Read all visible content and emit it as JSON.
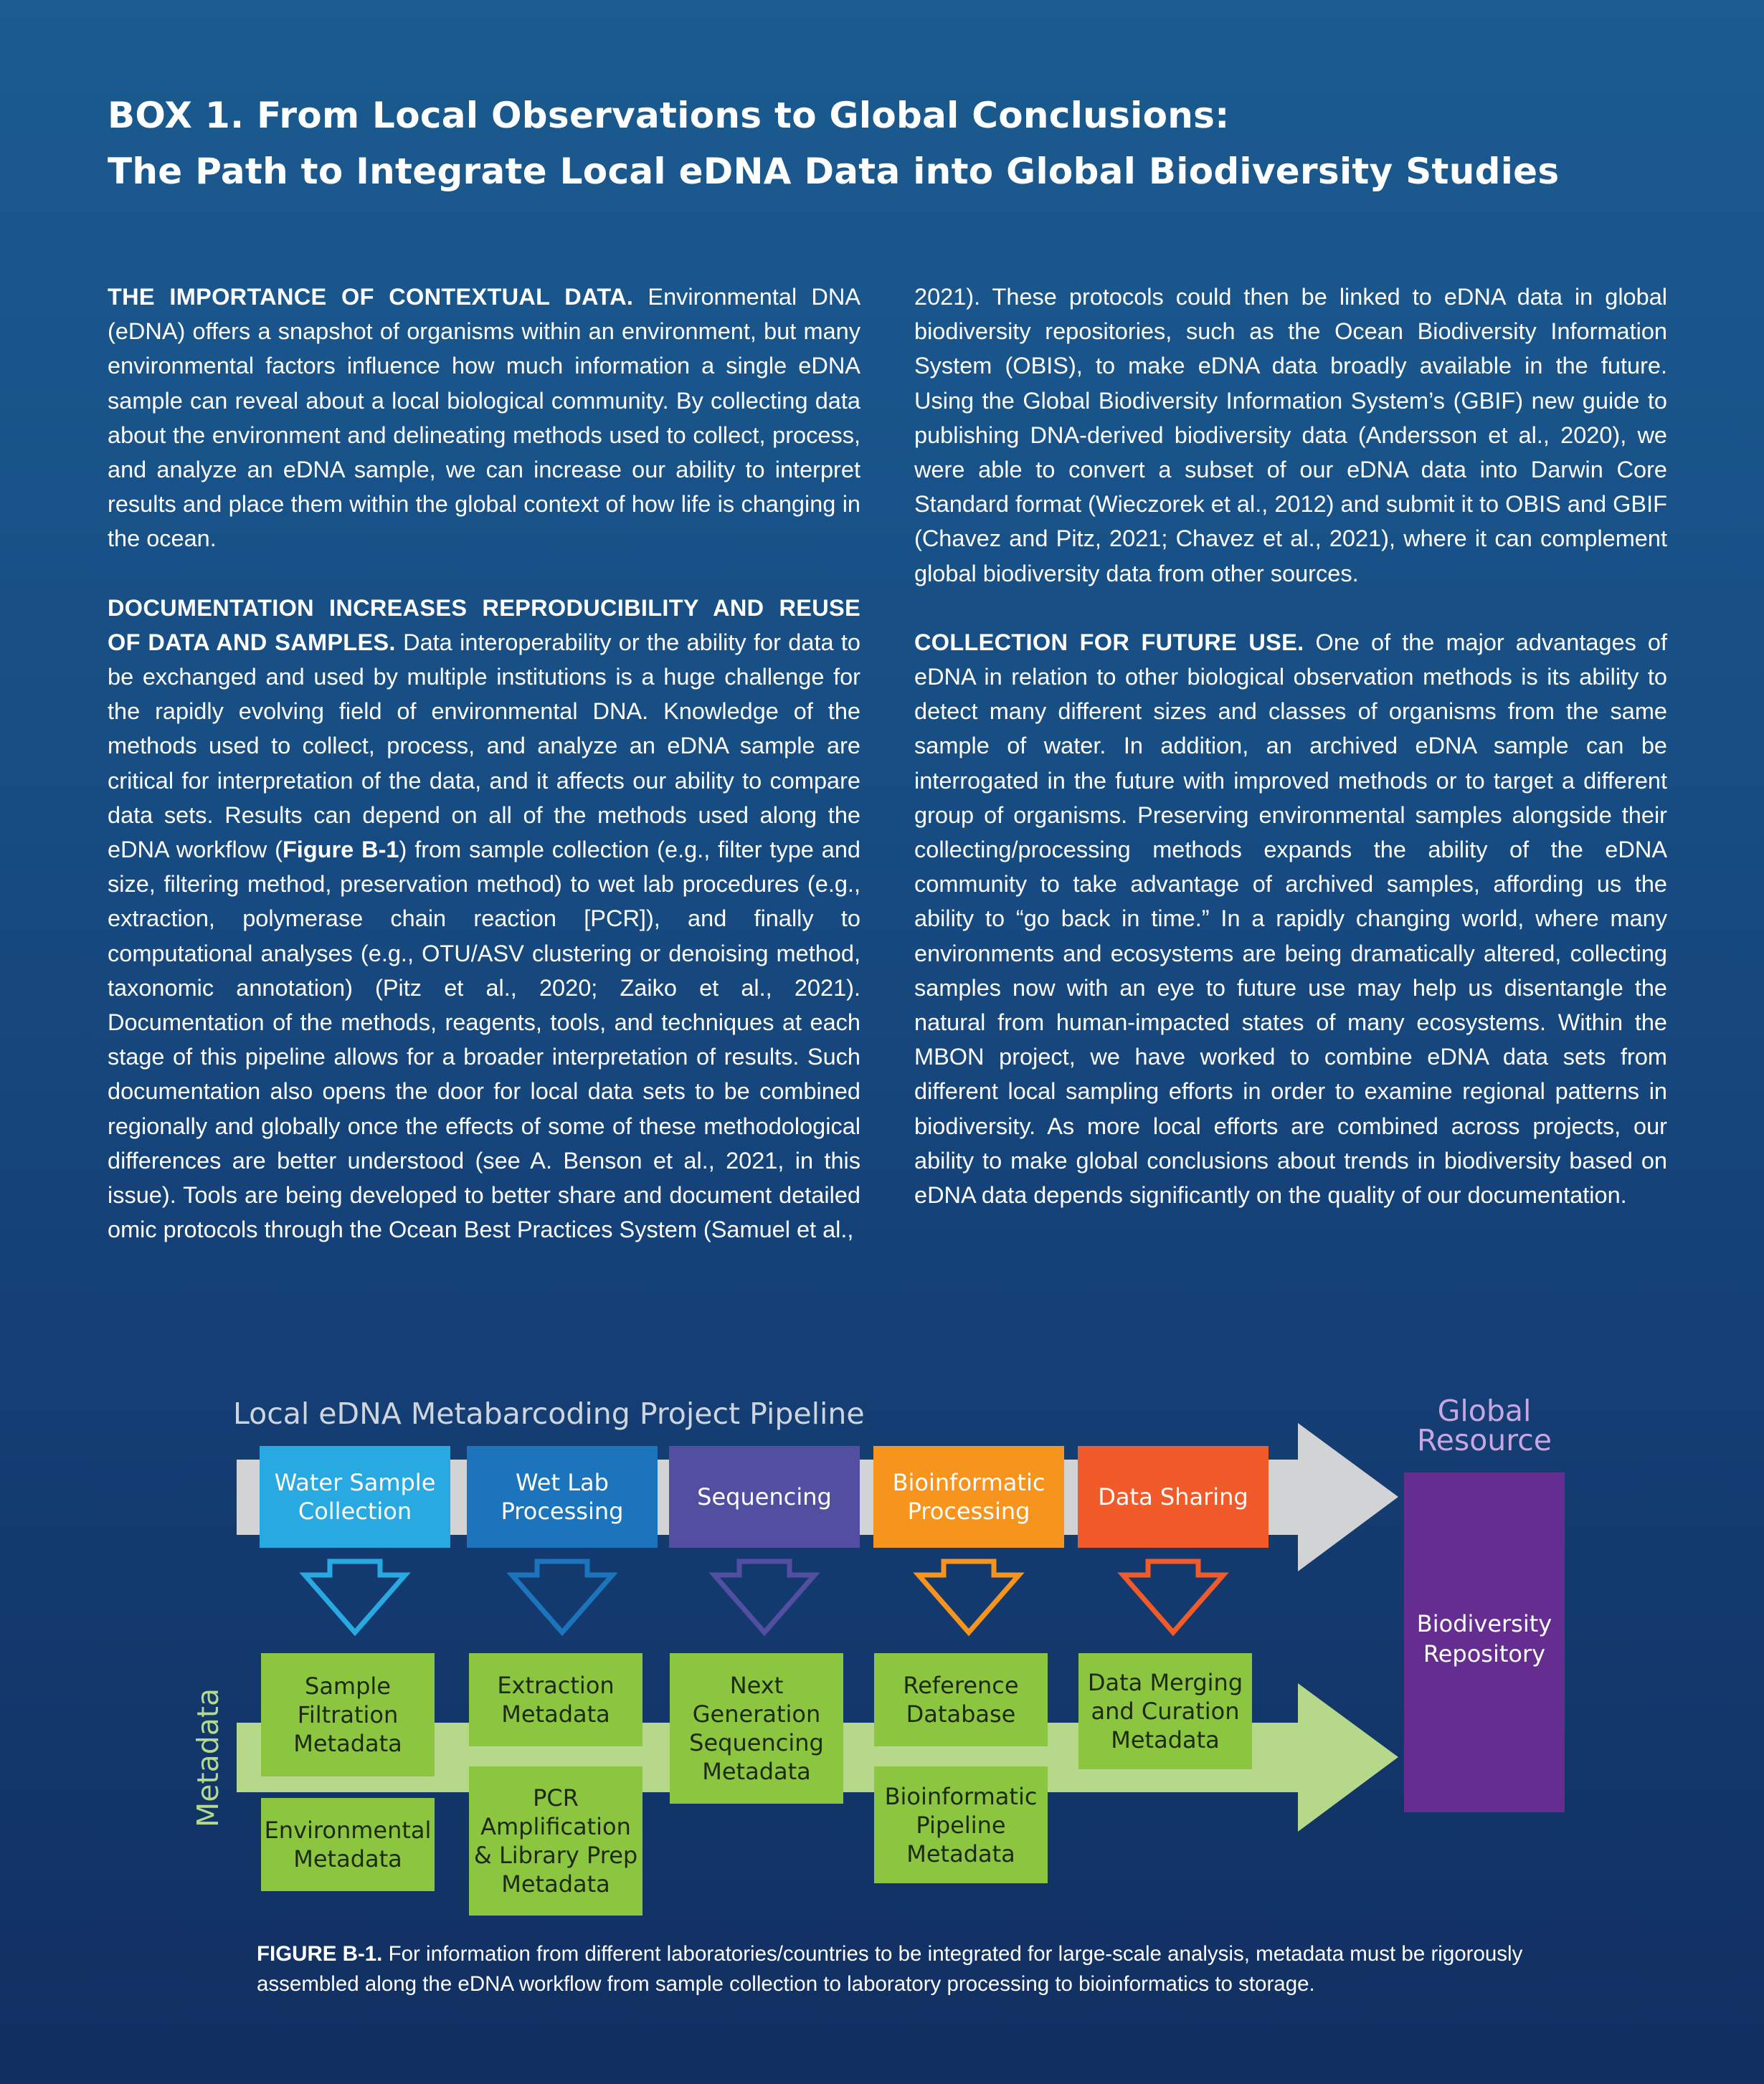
{
  "title": {
    "line1": "BOX 1. From Local Observations to Global Conclusions:",
    "line2": "The Path to Integrate Local eDNA Data into Global Biodiversity Studies"
  },
  "sections": {
    "contextual": {
      "heading": "THE IMPORTANCE OF CONTEXTUAL DATA.",
      "body": " Environmental DNA (eDNA) offers a snapshot of organisms within an environment, but many environmental factors influence how much information a single eDNA sample can reveal about a local biological community. By collecting data about the environment and delineating methods used to collect, process, and analyze an eDNA sample, we can increase our ability to interpret results and place them within the global context of how life is changing in the ocean."
    },
    "documentation": {
      "heading": "DOCUMENTATION INCREASES REPRODUCIBILITY AND REUSE OF DATA AND SAMPLES.",
      "body_a": " Data interoperability or the ability for data to be exchanged and used by multiple institutions is a huge challenge for the rapidly evolving field of environmental DNA. Knowledge of the methods used to collect, process, and analyze an eDNA sample are critical for interpretation of the data, and it affects our ability to compare data sets. Results can depend on all of the methods used along the eDNA workflow (",
      "figure_ref": "Figure B-1",
      "body_b": ") from sample collection (e.g., filter type and size, filtering method, preservation method) to wet lab procedures (e.g., extraction, polymerase chain reaction [PCR]), and finally to computational analyses (e.g., OTU/ASV clustering or denoising method, taxonomic annotation) (Pitz et al., 2020; Zaiko et al., 2021). Documentation of the methods, reagents, tools, and techniques at each stage of this pipeline allows for a broader interpretation of results. Such documentation also opens the door for local data sets to be combined regionally and globally once the effects of some of these methodological differences are better understood (see A. Benson et al., 2021, in this issue). Tools are being developed to better share and document detailed omic protocols through the Ocean Best Practices System (Samuel et al.,",
      "continued": "2021). These protocols could then be linked to eDNA data in global biodiversity repositories, such as the Ocean Biodiversity Information System (OBIS), to make eDNA data broadly available in the future. Using the Global Biodiversity Information System’s (GBIF) new guide to publishing DNA-derived biodiversity data (Andersson et al., 2020), we were able to convert a subset of our eDNA data into Darwin Core Standard format (Wieczorek et al., 2012) and submit it to OBIS and GBIF (Chavez and Pitz, 2021; Chavez et al., 2021), where it can complement global biodiversity data from other sources."
    },
    "collection": {
      "heading": "COLLECTION FOR FUTURE USE.",
      "body": " One of the major advantages of eDNA in relation to other biological observation methods is its ability to detect many different sizes and classes of organisms from the same sample of water. In addition, an archived eDNA sample can be interrogated in the future with improved methods or to target a different group of organisms. Preserving environmental samples alongside their collecting/processing methods expands the ability of the eDNA community to take advantage of archived samples, affording us the ability to “go back in time.” In a rapidly changing world, where many environments and ecosystems are being dramatically altered, collecting samples now with an eye to future use may help us disentangle the natural from human-impacted states of many ecosystems. Within the MBON project, we have worked to combine eDNA data sets from different local sampling efforts in order to examine regional patterns in biodiversity. As more local efforts are combined across projects, our ability to make global conclusions about trends in biodiversity based on eDNA data depends significantly on the quality of our documentation."
    }
  },
  "figure": {
    "pipeline_title": "Local eDNA Metabarcoding Project Pipeline",
    "global_title": "Global Resource",
    "metadata_label": "Metadata",
    "repository": "Biodiversity Repository",
    "colors": {
      "water": "#29a9e1",
      "wetlab": "#1c75bc",
      "sequencing": "#524fa1",
      "bioinformatic": "#f7941d",
      "sharing": "#f15a29",
      "metadata_box": "#8cc53f",
      "metadata_arrow": "#b5d88a",
      "pipeline_arrow": "#d1d3d4",
      "repository": "#662d91"
    },
    "stages": {
      "water": "Water Sample Collection",
      "wetlab": "Wet Lab Processing",
      "sequencing": "Sequencing",
      "bioinformatic": "Bioinformatic Processing",
      "sharing": "Data Sharing"
    },
    "metadata": {
      "sample_filtration": "Sample Filtration Metadata",
      "environmental": "Environmental Metadata",
      "extraction": "Extraction Metadata",
      "pcr": "PCR Amplification & Library Prep Metadata",
      "ngs": "Next Generation Sequencing Metadata",
      "reference": "Reference Database",
      "bioinformatic_pipeline": "Bioinformatic Pipeline Metadata",
      "merging": "Data Merging and Curation Metadata"
    }
  },
  "caption": {
    "label": "FIGURE B-1.",
    "text": " For information from different laboratories/countries to be integrated for large-scale analysis, metadata must be rigorously assembled along the eDNA workflow from sample collection to laboratory processing to bioinformatics to storage."
  }
}
